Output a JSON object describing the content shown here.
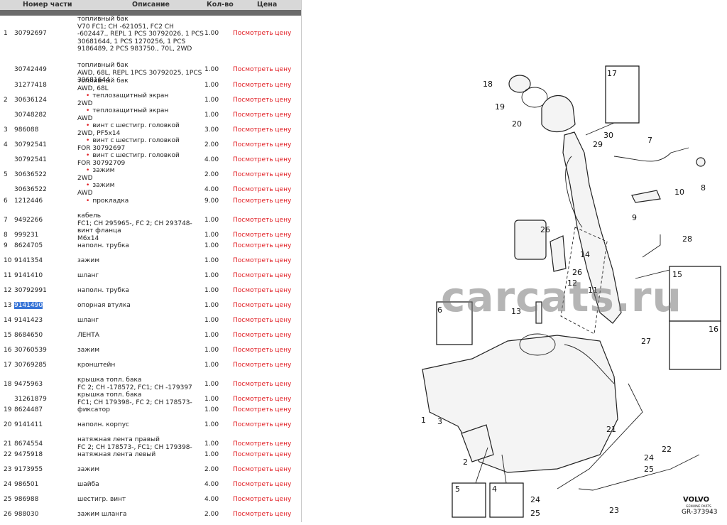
{
  "table": {
    "headers": {
      "part": "Номер части",
      "desc": "Описание",
      "qty": "Кол-во",
      "price": "Цена"
    },
    "price_link": "Посмотреть цену",
    "rows": [
      {
        "num": "1",
        "part": "30792697",
        "desc": "топливный бак\nV70 FC1; CH -621051, FC2 CH -602447., REPL 1 PCS 30792026, 1 PCS 30681644, 1 PCS 1270256, 1 PCS 9186489, 2 PCS 983750., 70L, 2WD",
        "qty": "1.00",
        "bullet": false
      },
      {
        "num": "",
        "part": "30742449",
        "desc": "топливный бак\nAWD, 68L, REPL 1PCS 30792025, 1PCS 30681644",
        "qty": "1.00",
        "bullet": false
      },
      {
        "num": "",
        "part": "31277418",
        "desc": "топливный бак\nAWD, 68L",
        "qty": "1.00",
        "bullet": false
      },
      {
        "num": "2",
        "part": "30636124",
        "desc": "теплозащитный экран\n2WD",
        "qty": "1.00",
        "bullet": true
      },
      {
        "num": "",
        "part": "30748282",
        "desc": "теплозащитный экран\nAWD",
        "qty": "1.00",
        "bullet": true
      },
      {
        "num": "3",
        "part": "986088",
        "desc": "винт с шестигр. головкой\n2WD, PF5x14",
        "qty": "3.00",
        "bullet": true
      },
      {
        "num": "4",
        "part": "30792541",
        "desc": "винт с шестигр. головкой\nFOR 30792697",
        "qty": "2.00",
        "bullet": true
      },
      {
        "num": "",
        "part": "30792541",
        "desc": "винт с шестигр. головкой\nFOR 30792709",
        "qty": "4.00",
        "bullet": true
      },
      {
        "num": "5",
        "part": "30636522",
        "desc": "зажим\n2WD",
        "qty": "2.00",
        "bullet": true
      },
      {
        "num": "",
        "part": "30636522",
        "desc": "зажим\nAWD",
        "qty": "4.00",
        "bullet": true
      },
      {
        "num": "6",
        "part": "1212446",
        "desc": "прокладка",
        "qty": "9.00",
        "bullet": true
      },
      {
        "num": "7",
        "part": "9492266",
        "desc": "кабель\nFC1; CH 295965-, FC 2; CH 293748-",
        "qty": "1.00",
        "bullet": false
      },
      {
        "num": "8",
        "part": "999231",
        "desc": "винт фланца\nM6x14",
        "qty": "1.00",
        "bullet": false
      },
      {
        "num": "9",
        "part": "8624705",
        "desc": "наполн. трубка",
        "qty": "1.00",
        "bullet": false
      },
      {
        "num": "10",
        "part": "9141354",
        "desc": "зажим",
        "qty": "1.00",
        "bullet": false
      },
      {
        "num": "11",
        "part": "9141410",
        "desc": "шланг",
        "qty": "1.00",
        "bullet": false
      },
      {
        "num": "12",
        "part": "30792991",
        "desc": "наполн. трубка",
        "qty": "1.00",
        "bullet": false
      },
      {
        "num": "13",
        "part": "9141490",
        "desc": "опорная втулка",
        "qty": "1.00",
        "bullet": false,
        "highlight": true
      },
      {
        "num": "14",
        "part": "9141423",
        "desc": "шланг",
        "qty": "1.00",
        "bullet": false
      },
      {
        "num": "15",
        "part": "8684650",
        "desc": "ЛЕНТА",
        "qty": "1.00",
        "bullet": false
      },
      {
        "num": "16",
        "part": "30760539",
        "desc": "зажим",
        "qty": "1.00",
        "bullet": false
      },
      {
        "num": "17",
        "part": "30769285",
        "desc": "кронштейн",
        "qty": "1.00",
        "bullet": false
      },
      {
        "num": "18",
        "part": "9475963",
        "desc": "крышка топл. бака\nFC 2; CH -178572, FC1; CH -179397",
        "qty": "1.00",
        "bullet": false
      },
      {
        "num": "",
        "part": "31261879",
        "desc": "крышка топл. бака\nFC1; CH 179398-, FC 2; CH 178573-",
        "qty": "1.00",
        "bullet": false
      },
      {
        "num": "19",
        "part": "8624487",
        "desc": "фиксатор",
        "qty": "1.00",
        "bullet": false
      },
      {
        "num": "20",
        "part": "9141411",
        "desc": "наполн. корпус",
        "qty": "1.00",
        "bullet": false
      },
      {
        "num": "21",
        "part": "8674554",
        "desc": "натяжная лента правый\nFC 2; CH 178573-, FC1; CH 179398-",
        "qty": "1.00",
        "bullet": false
      },
      {
        "num": "22",
        "part": "9475918",
        "desc": "натяжная лента левый",
        "qty": "1.00",
        "bullet": false
      },
      {
        "num": "23",
        "part": "9173955",
        "desc": "зажим",
        "qty": "2.00",
        "bullet": false
      },
      {
        "num": "24",
        "part": "986501",
        "desc": "шайба",
        "qty": "4.00",
        "bullet": false
      },
      {
        "num": "25",
        "part": "986988",
        "desc": "шестигр. винт",
        "qty": "4.00",
        "bullet": false
      },
      {
        "num": "26",
        "part": "988030",
        "desc": "зажим шланга",
        "qty": "2.00",
        "bullet": false
      }
    ]
  },
  "diagram": {
    "watermark": "carcats.ru",
    "brand": "VOLVO",
    "brand_sub": "GENUINE PARTS",
    "ref": "GR-373943",
    "callouts": [
      "1",
      "2",
      "3",
      "4",
      "5",
      "6",
      "7",
      "8",
      "9",
      "10",
      "11",
      "12",
      "13",
      "14",
      "15",
      "16",
      "17",
      "18",
      "19",
      "20",
      "21",
      "22",
      "23",
      "24",
      "25",
      "26",
      "27",
      "28",
      "29",
      "30"
    ]
  }
}
